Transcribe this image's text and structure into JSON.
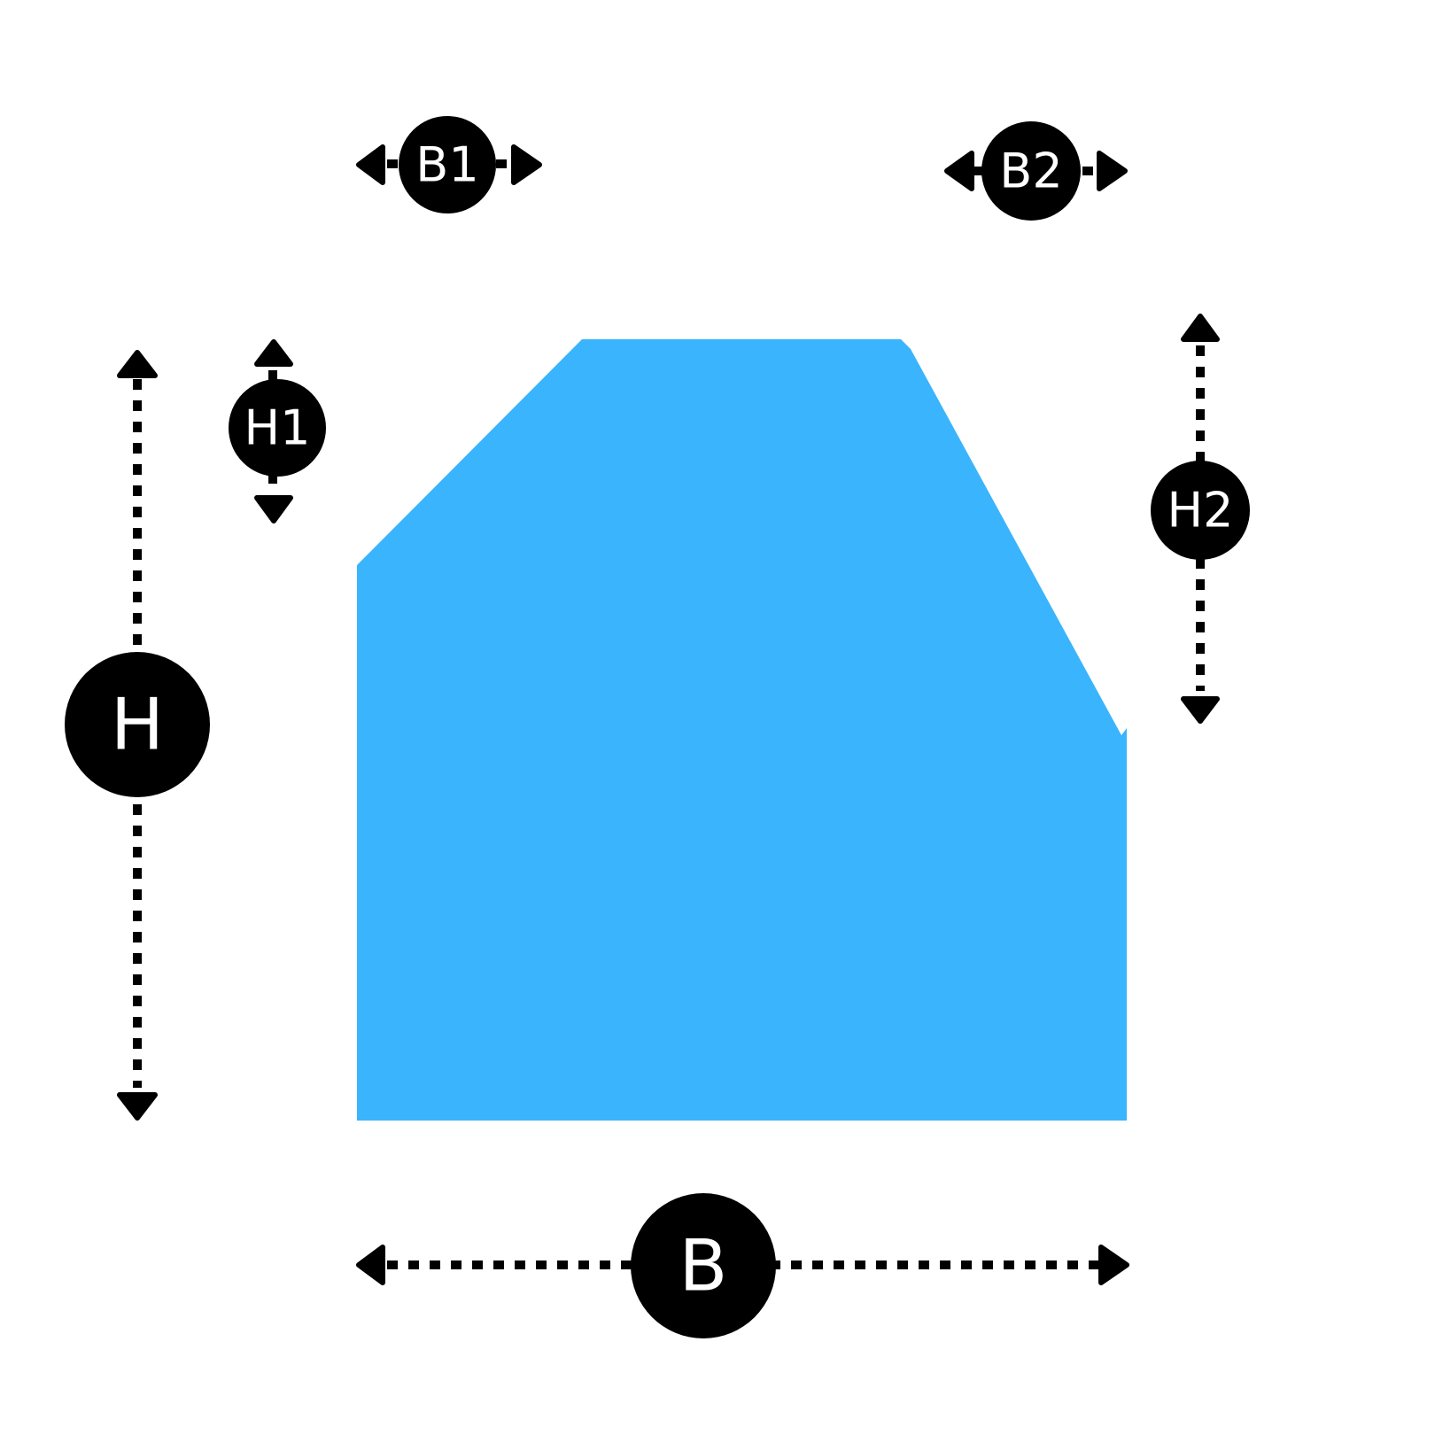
{
  "shape": {
    "name": "pentagon-section",
    "fill_color": "#3AB4FC"
  },
  "dimensions": {
    "B": {
      "label": "B"
    },
    "B1": {
      "label": "B1"
    },
    "B2": {
      "label": "B2"
    },
    "H": {
      "label": "H"
    },
    "H1": {
      "label": "H1"
    },
    "H2": {
      "label": "H2"
    }
  },
  "colors": {
    "marker": "#000000",
    "marker_text": "#FFFFFF"
  }
}
